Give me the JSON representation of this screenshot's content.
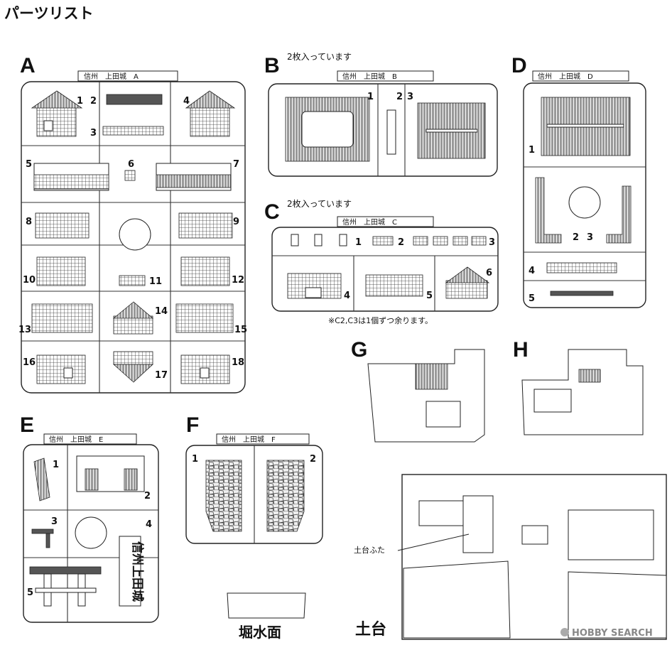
{
  "page_title": "パーツリスト",
  "sprues": {
    "A": {
      "letter": "A",
      "plate": "信州　上田城　A",
      "parts": [
        "1",
        "2",
        "3",
        "4",
        "5",
        "6",
        "7",
        "8",
        "9",
        "10",
        "11",
        "12",
        "13",
        "14",
        "15",
        "16",
        "17",
        "18"
      ]
    },
    "B": {
      "letter": "B",
      "note": "2枚入っています",
      "plate": "信州　上田城　B",
      "parts": [
        "1",
        "2",
        "3"
      ]
    },
    "C": {
      "letter": "C",
      "note": "2枚入っています",
      "plate": "信州　上田城　C",
      "parts": [
        "1",
        "2",
        "3",
        "4",
        "5",
        "6"
      ],
      "footnote": "※C2,C3は1個ずつ余ります。"
    },
    "D": {
      "letter": "D",
      "plate": "信州　上田城　D",
      "parts": [
        "1",
        "2",
        "3",
        "4",
        "5"
      ]
    },
    "E": {
      "letter": "E",
      "plate": "信州　上田城　E",
      "parts": [
        "1",
        "2",
        "3",
        "4",
        "5"
      ],
      "sign_text": "信州上田城"
    },
    "F": {
      "letter": "F",
      "plate": "信州　上田城　F",
      "parts": [
        "1",
        "2"
      ]
    },
    "G": {
      "letter": "G"
    },
    "H": {
      "letter": "H"
    }
  },
  "moat": {
    "label": "堀水面"
  },
  "base": {
    "label": "土台",
    "callout": "土台ふた"
  },
  "watermark": {
    "brand": "HOBBY SEARCH"
  }
}
